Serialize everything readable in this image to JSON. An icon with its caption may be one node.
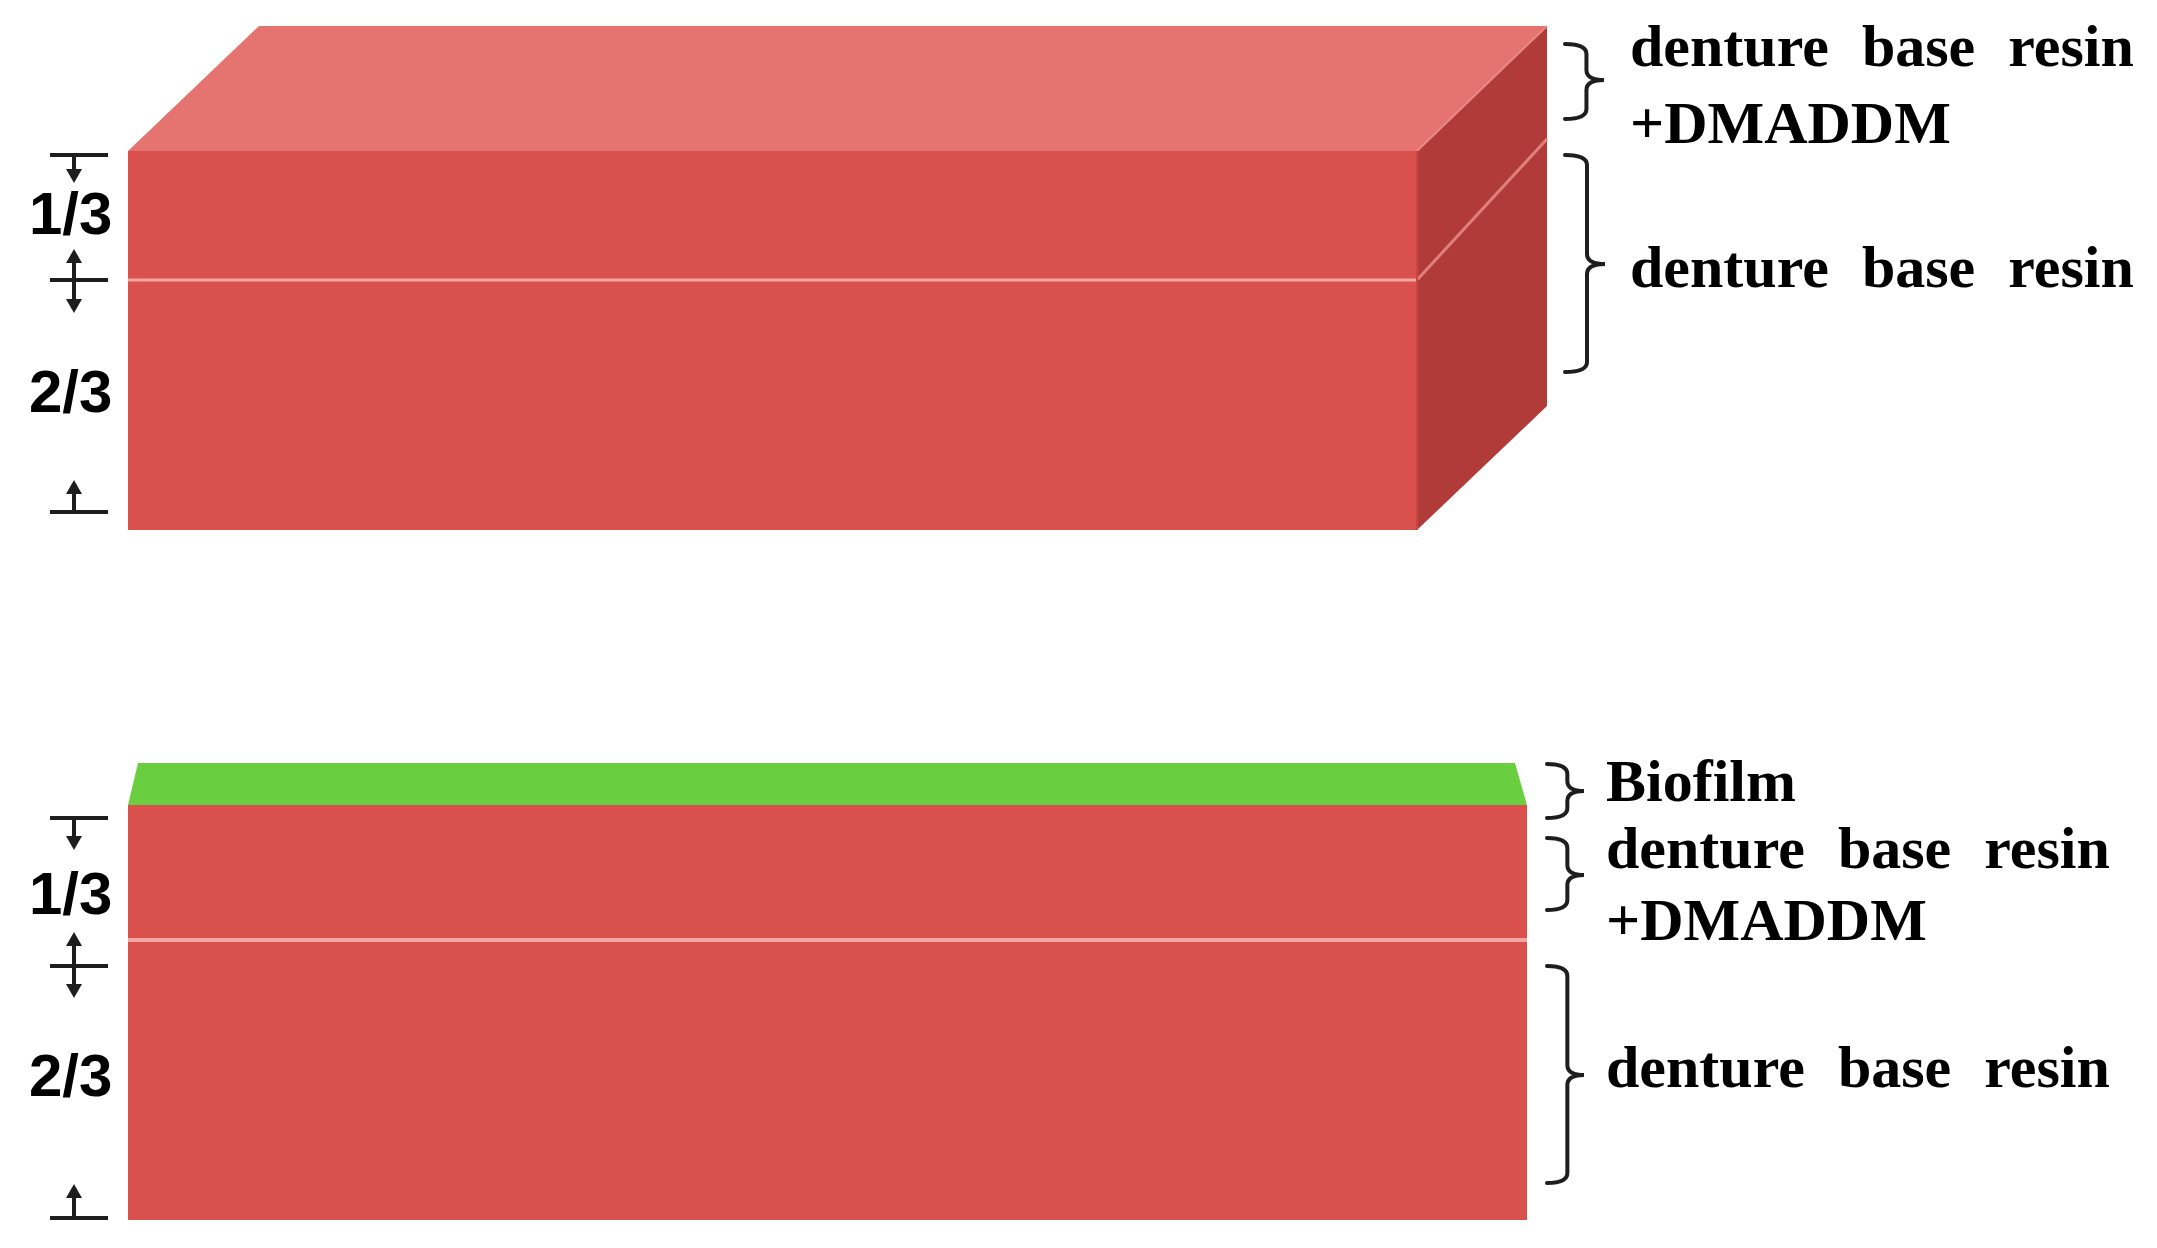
{
  "diagram": {
    "labels": [
      "denture base resin +DMADDM",
      "1/3",
      "denture base resin",
      "2/3",
      "Biofilm",
      "denture base resin +DMADDM",
      "1/3",
      "2/3",
      "denture base resin"
    ]
  }
}
